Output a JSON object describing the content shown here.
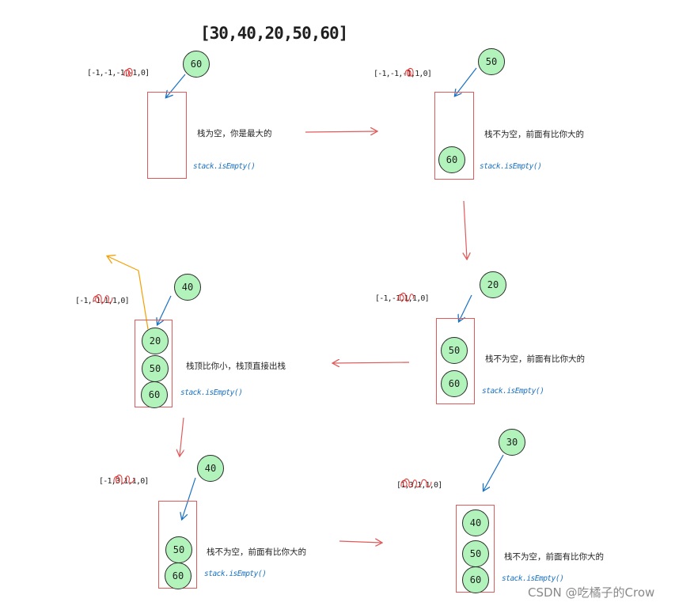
{
  "title": "[30,40,20,50,60]",
  "colors": {
    "ball_fill": "#b2f2bb",
    "stack_border": "#e05a5a",
    "flow_arrow": "#e05a5a",
    "push_arrow": "#1971c2",
    "pop_arrow": "#f59f00",
    "code_text": "#1971c2"
  },
  "steps": [
    {
      "result": "[-1,-1,-1,-1,0]",
      "incoming": "60",
      "stack": [],
      "note": "栈为空，你是最大的",
      "code": "stack.isEmpty()"
    },
    {
      "result": "[-1,-1,-1,1,0]",
      "incoming": "50",
      "stack": [
        "60"
      ],
      "note": "栈不为空，前面有比你大的",
      "code": "stack.isEmpty()"
    },
    {
      "result": "[-1,-1,1,1,0]",
      "incoming": "20",
      "stack": [
        "50",
        "60"
      ],
      "note": "栈不为空，前面有比你大的",
      "code": "stack.isEmpty()"
    },
    {
      "result": "[-1,-1,1,1,0]",
      "incoming": "40",
      "stack": [
        "20",
        "50",
        "60"
      ],
      "note": "栈顶比你小，栈顶直接出栈",
      "code": "stack.isEmpty()"
    },
    {
      "result": "[-1,3,1,1,0]",
      "incoming": "40",
      "stack": [
        "50",
        "60"
      ],
      "note": "栈不为空，前面有比你大的",
      "code": "stack.isEmpty()"
    },
    {
      "result": "[1,3,1,1,0]",
      "incoming": "30",
      "stack": [
        "40",
        "50",
        "60"
      ],
      "note": "栈不为空，前面有比你大的",
      "code": "stack.isEmpty()"
    }
  ],
  "watermark": "CSDN @吃橘子的Crow"
}
